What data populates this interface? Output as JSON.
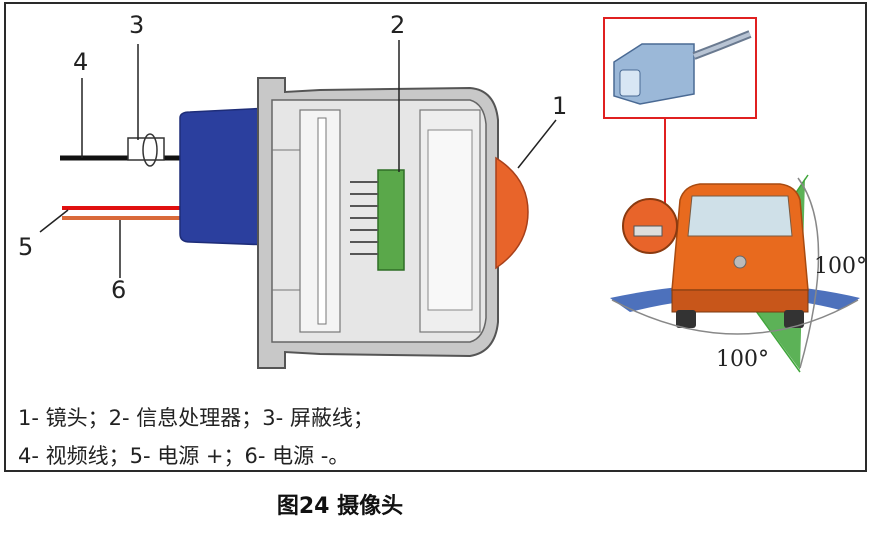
{
  "callouts": {
    "lens": "1",
    "processor": "2",
    "shield": "3",
    "video": "4",
    "power_pos": "5",
    "power_neg": "6"
  },
  "angles": {
    "horizontal": "100°",
    "vertical": "100°"
  },
  "legend": {
    "line1": "1- 镜头；2- 信息处理器；3- 屏蔽线；",
    "line2": "4- 视频线；5- 电源 +；6- 电源 -。"
  },
  "caption": "图24 摄像头",
  "colors": {
    "lens": "#e8642a",
    "connector": "#2b3f9e",
    "pcb": "#5aa84a",
    "housing": "#b8b8b8",
    "car": "#e86a1e",
    "view_green": "#3fa53a",
    "view_blue": "#2e58b0",
    "pointer": "#e02020",
    "power_pos": "#e01010",
    "power_neg": "#d96a3a"
  }
}
